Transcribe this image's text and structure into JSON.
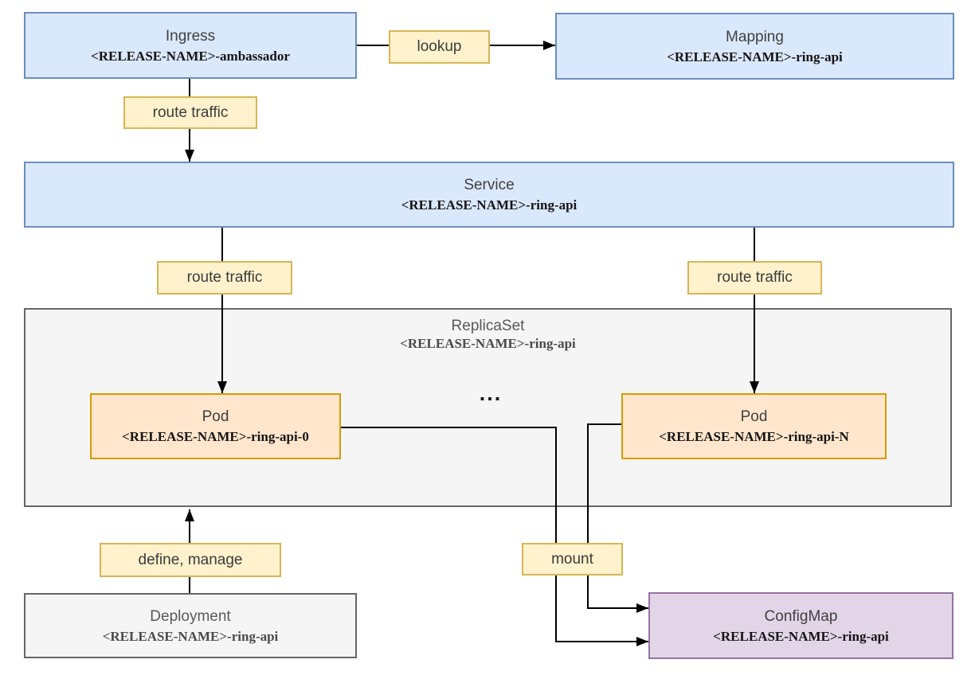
{
  "diagram": {
    "nodes": {
      "ingress": {
        "title": "Ingress",
        "subtitle": "<RELEASE-NAME>-ambassador"
      },
      "mapping": {
        "title": "Mapping",
        "subtitle": "<RELEASE-NAME>-ring-api"
      },
      "service": {
        "title": "Service",
        "subtitle": "<RELEASE-NAME>-ring-api"
      },
      "replicaset": {
        "title": "ReplicaSet",
        "subtitle": "<RELEASE-NAME>-ring-api"
      },
      "pod0": {
        "title": "Pod",
        "subtitle": "<RELEASE-NAME>-ring-api-0"
      },
      "podN": {
        "title": "Pod",
        "subtitle": "<RELEASE-NAME>-ring-api-N"
      },
      "deployment": {
        "title": "Deployment",
        "subtitle": "<RELEASE-NAME>-ring-api"
      },
      "configmap": {
        "title": "ConfigMap",
        "subtitle": "<RELEASE-NAME>-ring-api"
      }
    },
    "edge_labels": {
      "lookup": "lookup",
      "route_traffic_ingress": "route traffic",
      "route_traffic_pod0": "route traffic",
      "route_traffic_podN": "route traffic",
      "define_manage": "define, manage",
      "mount": "mount"
    },
    "ellipsis": "...",
    "colors": {
      "node_blue_fill": "#dae8fc",
      "node_blue_border": "#6c8ebf",
      "label_fill": "#fff2cc",
      "label_border": "#d6b656",
      "pod_fill": "#ffe6cc",
      "pod_border": "#d79b00",
      "gray_fill": "#f5f5f5",
      "gray_border": "#666666",
      "configmap_fill": "#e1d5e7",
      "configmap_border": "#9673a6",
      "edge": "#000000"
    }
  }
}
